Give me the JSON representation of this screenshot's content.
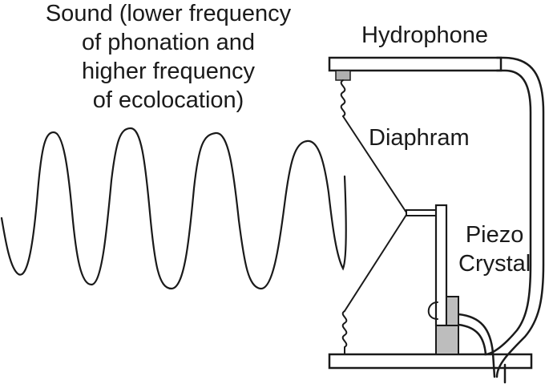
{
  "labels": {
    "sound_lines": [
      "Sound (lower frequency",
      "of phonation and",
      "higher frequency",
      "of ecolocation)"
    ],
    "hydrophone": "Hydrophone",
    "diaphram": "Diaphram",
    "piezo_lines": [
      "Piezo",
      "Crystal"
    ]
  },
  "colors": {
    "stroke": "#1a1a1a",
    "fill": "#ffffff",
    "crystal_block": "#bdbdbd",
    "mount_pad": "#b0b0b0"
  }
}
